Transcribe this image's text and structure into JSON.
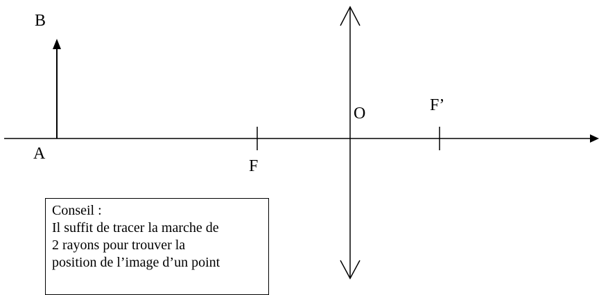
{
  "labels": {
    "object_top": "B",
    "object_base": "A",
    "focal_object": "F",
    "optical_center": "O",
    "focal_image": "F’"
  },
  "advice": {
    "title": "Conseil :",
    "lines": [
      "Il suffit de tracer la marche de",
      "2 rayons pour trouver la",
      "position de l’image d’un point"
    ]
  },
  "colors": {
    "stroke": "#000000",
    "background": "#ffffff"
  }
}
